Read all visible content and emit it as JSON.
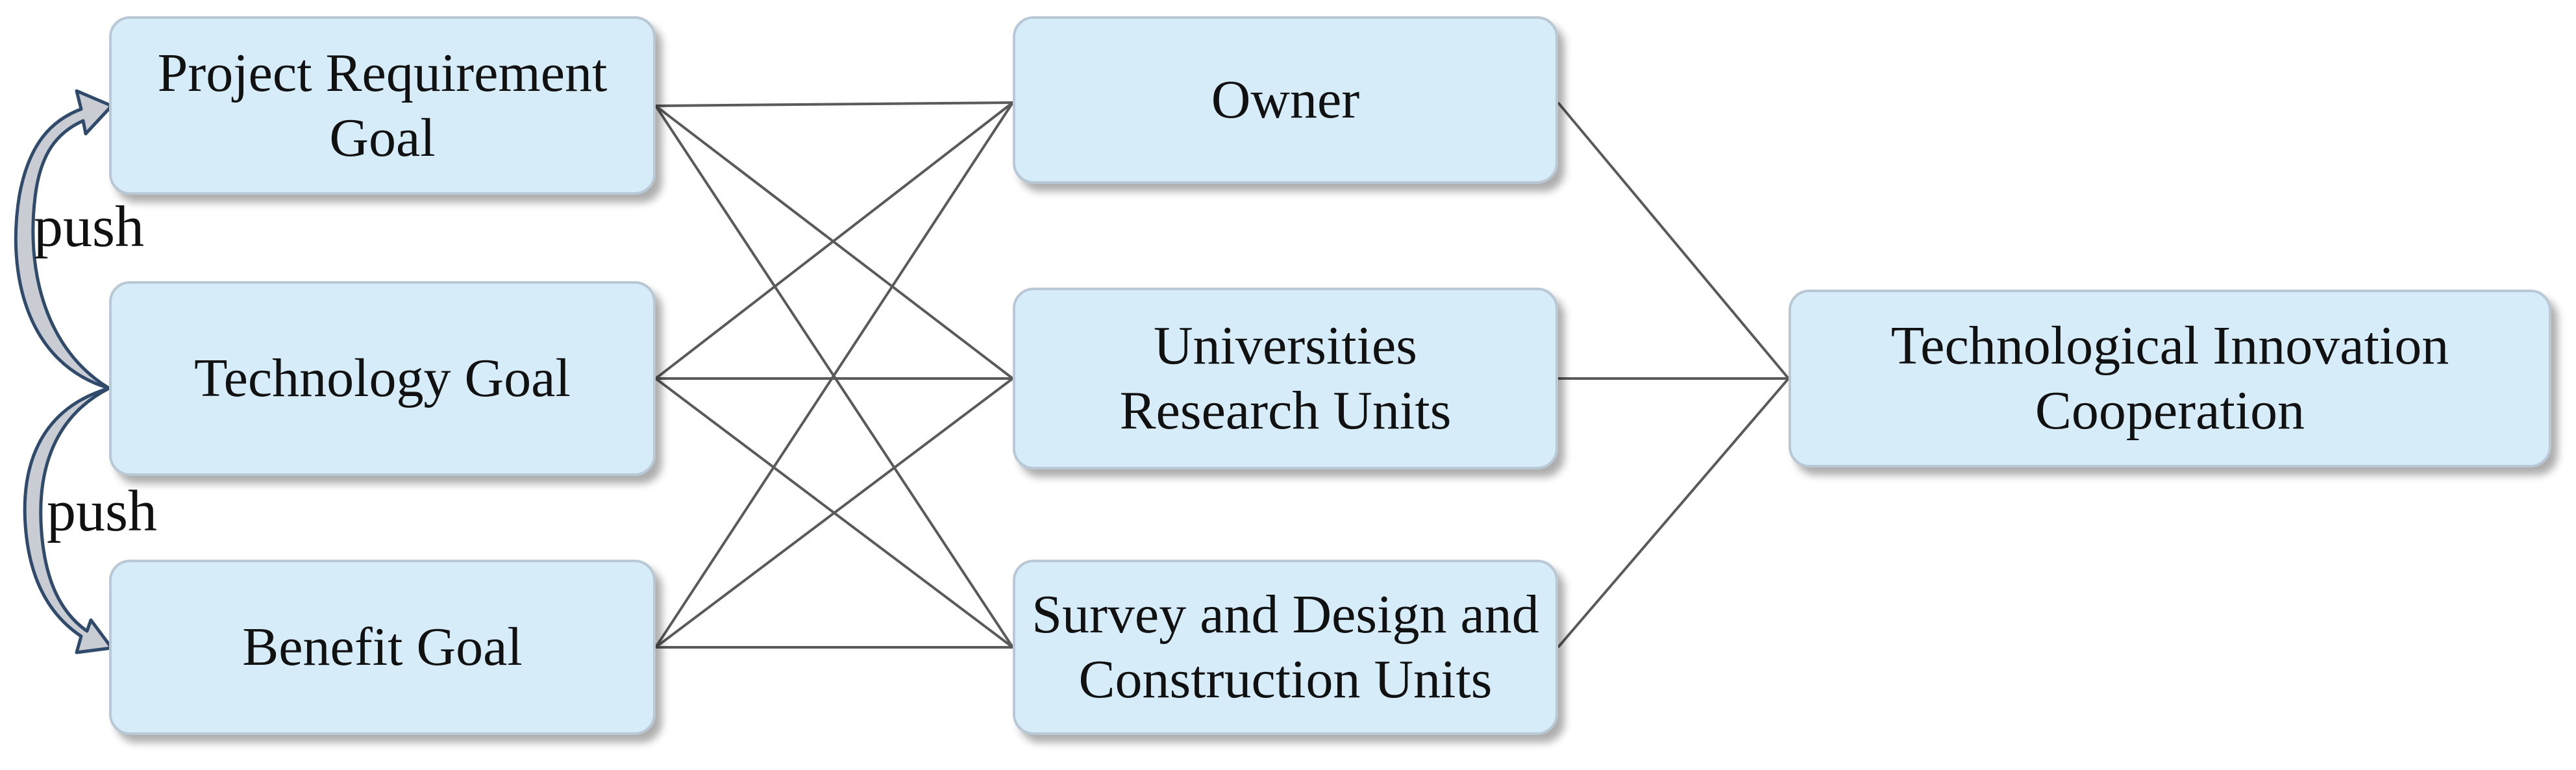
{
  "goals": {
    "project_requirement": "Project Requirement\nGoal",
    "technology": "Technology Goal",
    "benefit": "Benefit Goal"
  },
  "participants": {
    "owner": "Owner",
    "universities": "Universities\nResearch Units",
    "survey": "Survey and Design and\nConstruction Units"
  },
  "outcome": {
    "label": "Technological Innovation\nCooperation"
  },
  "arrows": {
    "push_upper": "push",
    "push_lower": "push"
  },
  "colors": {
    "node_fill": "#d6ecf8",
    "node_border": "#b8c8d4",
    "connector": "#5a5a5a",
    "arrow_fill": "#c9ccd2",
    "arrow_stroke": "#2f4a6a"
  }
}
